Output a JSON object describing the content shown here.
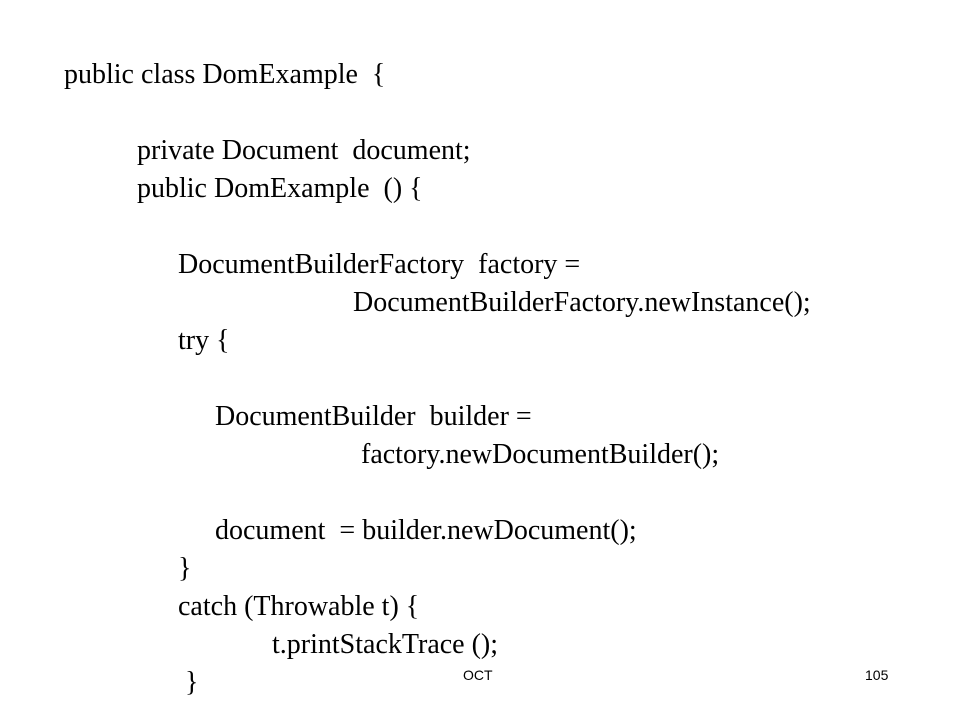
{
  "code": {
    "lines": [
      "public class DomExample  {",
      "private Document  document;",
      "public DomExample  () {",
      "DocumentBuilderFactory  factory =",
      "DocumentBuilderFactory.newInstance();",
      "try {",
      "DocumentBuilder  builder =",
      "factory.newDocumentBuilder();",
      "document  = builder.newDocument();",
      "}",
      "catch (Throwable t) {",
      "t.printStackTrace ();",
      "}"
    ]
  },
  "footer": {
    "left": "OCT",
    "page_number": "105"
  }
}
